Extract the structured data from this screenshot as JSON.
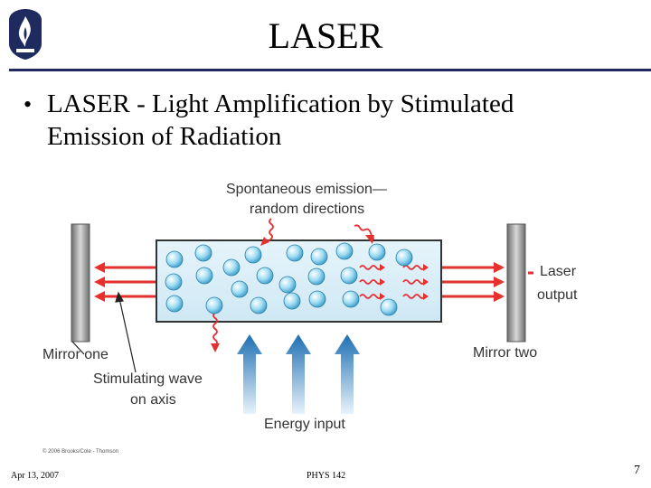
{
  "slide": {
    "title": "LASER",
    "bullet": "LASER - Light Amplification by Stimulated Emission of Radiation"
  },
  "diagram": {
    "labels": {
      "spontaneous_line1": "Spontaneous emission—",
      "spontaneous_line2": "random directions",
      "laser_output_line1": "Laser",
      "laser_output_line2": "output",
      "mirror_one": "Mirror one",
      "mirror_two": "Mirror two",
      "stimulating_line1": "Stimulating wave",
      "stimulating_line2": "on axis",
      "energy_input": "Energy input",
      "credit": "© 2006 Brooks/Cole - Thomson"
    },
    "colors": {
      "beam": "#e53030",
      "atom": "#8fd3ee",
      "pump": "#2f8ac8",
      "mirror": "#8a8a8a",
      "logo": "#1f2a5e"
    }
  },
  "footer": {
    "date": "Apr 13, 2007",
    "course": "PHYS 142",
    "page": "7"
  },
  "icons": {
    "logo": "university-shield-logo"
  }
}
